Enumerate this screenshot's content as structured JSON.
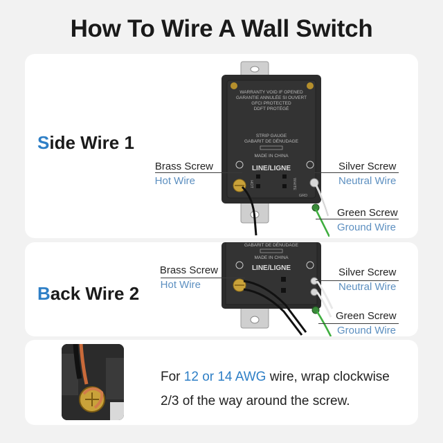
{
  "title": "How To Wire A Wall Switch",
  "side_wire": {
    "title_first_letter": "S",
    "title_rest": "ide Wire 1",
    "brass_screw": "Brass Screw",
    "hot_wire": "Hot Wire",
    "silver_screw": "Silver Screw",
    "neutral_wire": "Neutral Wire",
    "green_screw": "Green Screw",
    "ground_wire": "Ground Wire",
    "device_text": {
      "warranty_1": "WARRANTY VOID IF OPENED",
      "warranty_2": "GARANTIE ANNULÉE SI OUVERT",
      "warranty_3": "GFCI PROTECTED",
      "warranty_4": "DDFT PROTÉGÉ",
      "strip_1": "STRIP GAUGE",
      "strip_2": "GABARIT DE DÉNUDAGE",
      "made_in": "MADE IN CHINA",
      "line": "LINE/LIGNE",
      "hot": "HOT",
      "white": "WHITE",
      "grd": "GRD"
    }
  },
  "back_wire": {
    "title_first_letter": "B",
    "title_rest": "ack Wire 2",
    "brass_screw": "Brass Screw",
    "hot_wire": "Hot Wire",
    "silver_screw": "Silver Screw",
    "neutral_wire": "Neutral Wire",
    "green_screw": "Green Screw",
    "ground_wire": "Ground Wire",
    "device_text": {
      "strip_2": "GABARIT DE DÉNUDAGE",
      "made_in": "MADE IN CHINA",
      "line": "LINE/LIGNE"
    }
  },
  "note": {
    "prefix": "For ",
    "highlight": "12 or 14 AWG",
    "mid": " wire, wrap clockwise",
    "line2": "2/3 of the way around the screw."
  },
  "colors": {
    "accent_blue": "#2e7fc6",
    "label_blue": "#5c8fc0",
    "device_black": "#2c2c2c",
    "brass": "#c9a23a",
    "ground_green": "#3fae3f"
  }
}
